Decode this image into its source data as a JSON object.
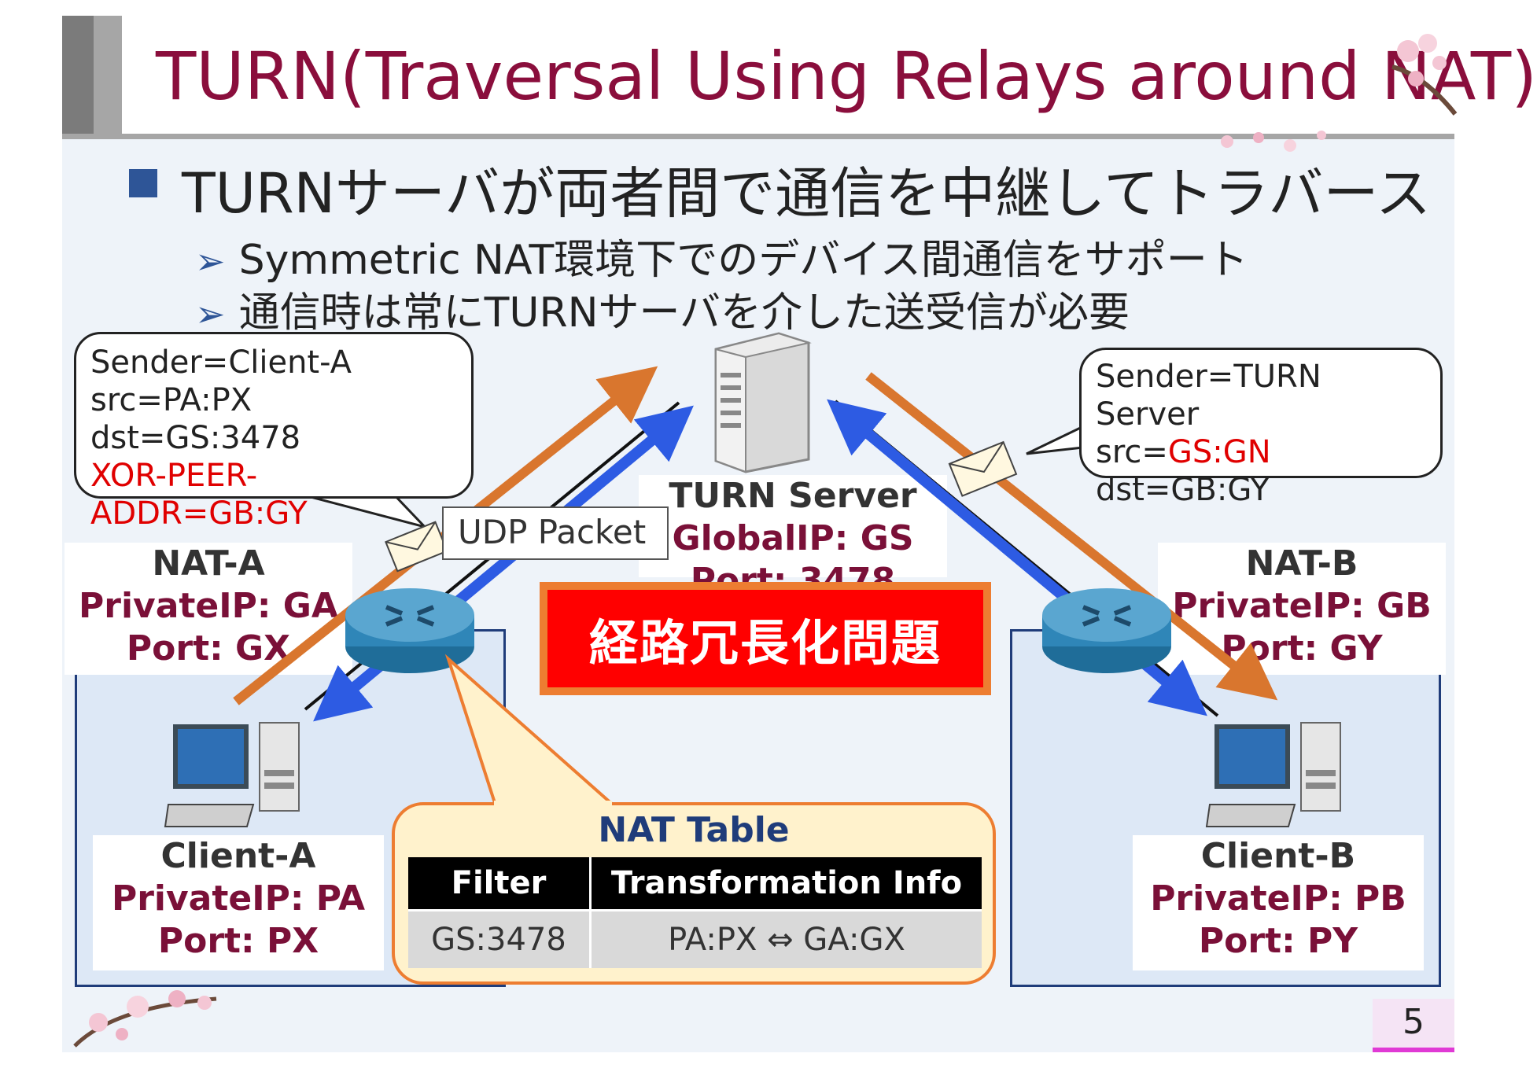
{
  "title": "TURN(Traversal Using Relays around NAT)",
  "bullet": "TURNサーバが両者間で通信を中継してトラバース",
  "sub_bullets": [
    "Symmetric NAT環境下でのデバイス間通信をサポート",
    "通信時は常にTURNサーバを介した送受信が必要"
  ],
  "callout_left": {
    "line1": "Sender=Client-A",
    "line2": "src=PA:PX",
    "line3": "dst=GS:3478",
    "line4": "XOR-PEER-ADDR=GB:GY"
  },
  "callout_right": {
    "line1": "Sender=TURN Server",
    "line2_prefix": "src=",
    "line2_value": "GS:GN",
    "line3": "dst=GB:GY"
  },
  "udp_label": "UDP Packet",
  "turn_server": {
    "name": "TURN Server",
    "ip": "GlobalIP: GS",
    "port": "Port: 3478"
  },
  "nat_a": {
    "name": "NAT-A",
    "ip": "PrivateIP: GA",
    "port": "Port: GX"
  },
  "nat_b": {
    "name": "NAT-B",
    "ip": "PrivateIP: GB",
    "port": "Port: GY"
  },
  "client_a": {
    "name": "Client-A",
    "ip": "PrivateIP: PA",
    "port": "Port: PX"
  },
  "client_b": {
    "name": "Client-B",
    "ip": "PrivateIP: PB",
    "port": "Port: PY"
  },
  "problem_label": "経路冗長化問題",
  "nat_table": {
    "title": "NAT Table",
    "headers": [
      "Filter",
      "Transformation Info"
    ],
    "row": [
      "GS:3478",
      "PA:PX ⇔ GA:GX"
    ]
  },
  "page_number": "5",
  "colors": {
    "title": "#8a0e3c",
    "label_values": "#7a1038",
    "orange_arrow": "#d9762e",
    "blue_arrow": "#2d5be3",
    "problem_bg": "#ff0000",
    "problem_border": "#ed7d31"
  }
}
